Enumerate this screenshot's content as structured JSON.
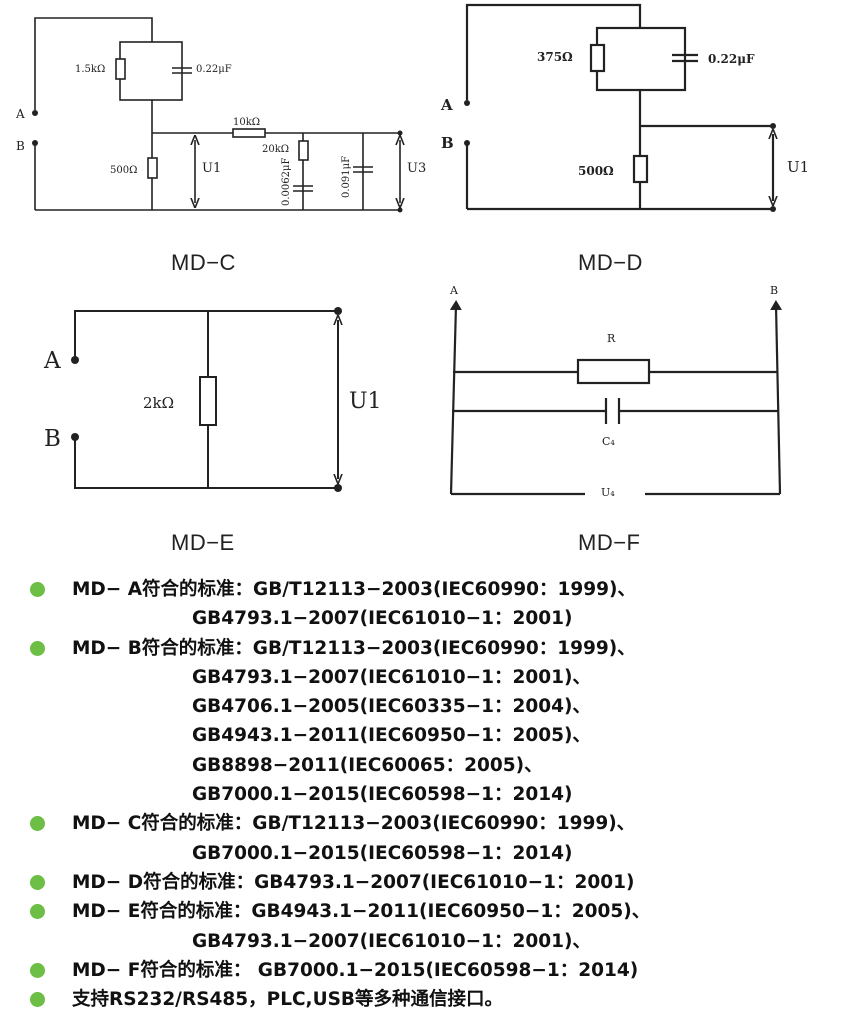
{
  "diagrams": {
    "md_c": {
      "caption": "MD−C",
      "terminal_a": "A",
      "terminal_b": "B",
      "r1": "1.5kΩ",
      "c1": "0.22μF",
      "r2": "10kΩ",
      "r3": "20kΩ",
      "c2": "0.0062μF",
      "c3": "0.091μF",
      "r4": "500Ω",
      "u1": "U1",
      "u3": "U3"
    },
    "md_d": {
      "caption": "MD−D",
      "terminal_a": "A",
      "terminal_b": "B",
      "r1": "375Ω",
      "c1": "0.22μF",
      "r2": "500Ω",
      "u1": "U1"
    },
    "md_e": {
      "caption": "MD−E",
      "terminal_a": "A",
      "terminal_b": "B",
      "r1": "2kΩ",
      "u1": "U1"
    },
    "md_f": {
      "caption": "MD−F",
      "terminal_a": "A",
      "terminal_b": "B",
      "r": "R",
      "c": "C₄",
      "u": "U₄"
    }
  },
  "standards": [
    {
      "lines": [
        "MD− A符合的标准：GB/T12113−2003(IEC60990：1999)、",
        "GB4793.1−2007(IEC61010−1：2001)"
      ]
    },
    {
      "lines": [
        "MD− B符合的标准：GB/T12113−2003(IEC60990：1999)、",
        "GB4793.1−2007(IEC61010−1：2001)、",
        "GB4706.1−2005(IEC60335−1：2004)、",
        "GB4943.1−2011(IEC60950−1：2005)、",
        "GB8898−2011(IEC60065：2005)、",
        "GB7000.1−2015(IEC60598−1：2014)"
      ]
    },
    {
      "lines": [
        "MD− C符合的标准：GB/T12113−2003(IEC60990：1999)、",
        "GB7000.1−2015(IEC60598−1：2014)"
      ]
    },
    {
      "lines": [
        "MD− D符合的标准：GB4793.1−2007(IEC61010−1：2001)"
      ]
    },
    {
      "lines": [
        "MD− E符合的标准：GB4943.1−2011(IEC60950−1：2005)、",
        "GB4793.1−2007(IEC61010−1：2001)、"
      ]
    },
    {
      "lines": [
        "MD− F符合的标准： GB7000.1−2015(IEC60598−1：2014)"
      ]
    },
    {
      "lines": [
        "支持RS232/RS485，PLC,USB等多种通信接口。"
      ]
    }
  ],
  "colors": {
    "bullet": "#6dbe45",
    "wire": "#222222"
  }
}
